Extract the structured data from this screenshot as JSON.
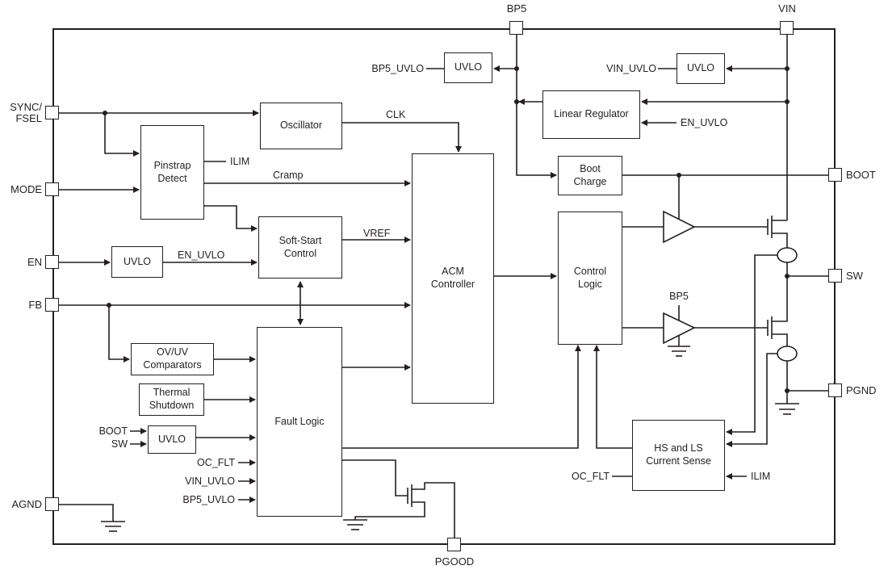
{
  "diagram": {
    "pins": {
      "sync_fsel": "SYNC/\nFSEL",
      "mode": "MODE",
      "en": "EN",
      "fb": "FB",
      "agnd": "AGND",
      "bp5": "BP5",
      "vin": "VIN",
      "boot": "BOOT",
      "sw": "SW",
      "pgnd": "PGND",
      "pgood": "PGOOD"
    },
    "blocks": {
      "uvlo": "UVLO",
      "linear_regulator": "Linear Regulator",
      "oscillator": "Oscillator",
      "pinstrap_detect": "Pinstrap\nDetect",
      "boot_charge": "Boot\nCharge",
      "soft_start_control": "Soft-Start\nControl",
      "acm_controller": "ACM\nController",
      "control_logic": "Control\nLogic",
      "ovuv_comparators": "OV/UV\nComparators",
      "thermal_shutdown": "Thermal\nShutdown",
      "fault_logic": "Fault Logic",
      "hs_ls_current_sense": "HS and LS\nCurrent Sense"
    },
    "signals": {
      "bp5_uvlo": "BP5_UVLO",
      "vin_uvlo": "VIN_UVLO",
      "en_uvlo": "EN_UVLO",
      "clk": "CLK",
      "ilim": "ILIM",
      "cramp": "Cramp",
      "vref": "VREF",
      "boot": "BOOT",
      "sw": "SW",
      "oc_flt": "OC_FLT",
      "bp5": "BP5"
    },
    "colors": {
      "line": "#231f20",
      "background": "#ffffff"
    }
  }
}
